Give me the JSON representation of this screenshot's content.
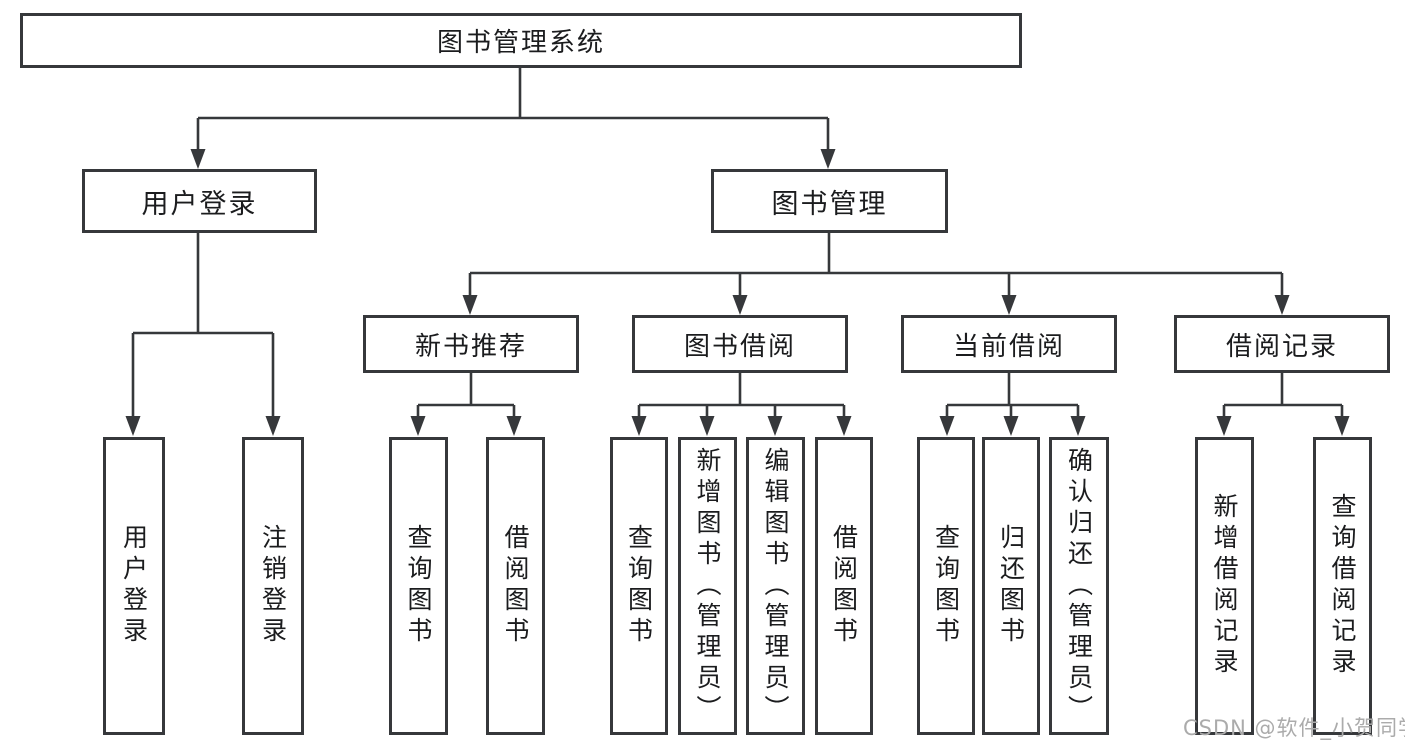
{
  "diagram": {
    "root": "图书管理系统",
    "children": [
      {
        "label": "用户登录",
        "children": [
          {
            "label": "用户登录"
          },
          {
            "label": "注销登录"
          }
        ]
      },
      {
        "label": "图书管理",
        "children": [
          {
            "label": "新书推荐",
            "children": [
              {
                "label": "查询图书"
              },
              {
                "label": "借阅图书"
              }
            ]
          },
          {
            "label": "图书借阅",
            "children": [
              {
                "label": "查询图书"
              },
              {
                "label": "新增图书（管理员）"
              },
              {
                "label": "编辑图书（管理员）"
              },
              {
                "label": "借阅图书"
              }
            ]
          },
          {
            "label": "当前借阅",
            "children": [
              {
                "label": "查询图书"
              },
              {
                "label": "归还图书"
              },
              {
                "label": "确认归还（管理员）"
              }
            ]
          },
          {
            "label": "借阅记录",
            "children": [
              {
                "label": "新增借阅记录"
              },
              {
                "label": "查询借阅记录"
              }
            ]
          }
        ]
      }
    ]
  },
  "watermark": "CSDN @软件_小贺同学",
  "colors": {
    "line": "#36383b",
    "box_background": "#ffffff",
    "text": "#1b1c1e",
    "watermark": "#ababab"
  }
}
